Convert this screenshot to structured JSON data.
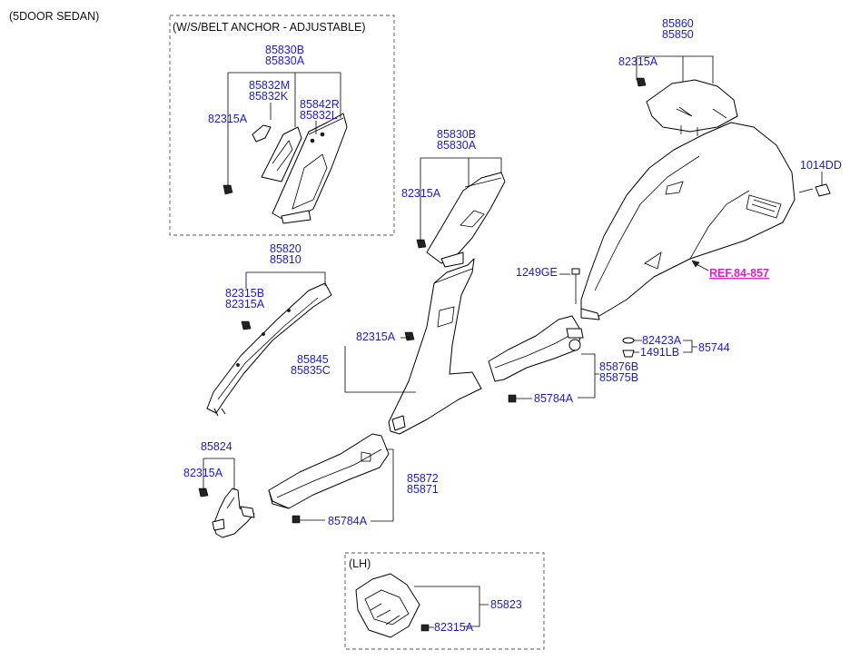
{
  "header": {
    "variant": "(5DOOR SEDAN)"
  },
  "boxes": {
    "belt_anchor_title": "(W/S/BELT ANCHOR - ADJUSTABLE)",
    "lh_title": "(LH)"
  },
  "reference": {
    "text": "REF.84-857",
    "color": "#e020c8"
  },
  "colors": {
    "label": "#1a1ad6",
    "line": "#000000"
  },
  "labels": {
    "box1_85830B": "85830B",
    "box1_85830A": "85830A",
    "box1_85832M": "85832M",
    "box1_85832K": "85832K",
    "box1_85842R": "85842R",
    "box1_85832L": "85832L",
    "box1_82315A": "82315A",
    "c_85830B": "85830B",
    "c_85830A": "85830A",
    "c_82315A": "82315A",
    "a_85820": "85820",
    "a_85810": "85810",
    "a_82315B": "82315B",
    "a_82315A": "82315A",
    "b_82315A": "82315A",
    "b_85845": "85845",
    "b_85835C": "85835C",
    "q_85860": "85860",
    "q_85850": "85850",
    "q_82315A": "82315A",
    "q_1014DD": "1014DD",
    "s_1249GE": "1249GE",
    "s_82423A": "82423A",
    "s_1491LB": "1491LB",
    "s_85744": "85744",
    "s_85876B": "85876B",
    "s_85875B": "85875B",
    "s_85784A": "85784A",
    "k_85824": "85824",
    "k_82315A": "82315A",
    "f_85872": "85872",
    "f_85871": "85871",
    "f_85784A": "85784A",
    "lh_85823": "85823",
    "lh_82315A": "82315A"
  }
}
